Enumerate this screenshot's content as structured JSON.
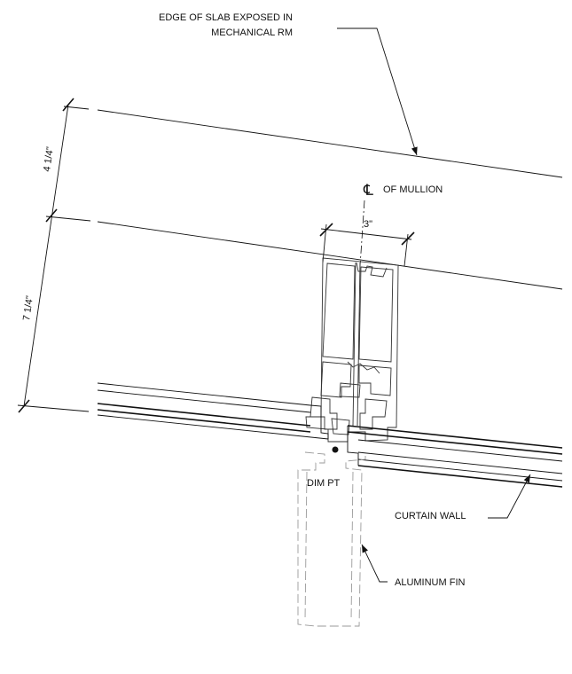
{
  "annotations": {
    "slab_edge_line1": "EDGE OF SLAB EXPOSED IN",
    "slab_edge_line2": "MECHANICAL RM",
    "mullion_centerline_symbol": "℄",
    "mullion_centerline": "OF MULLION",
    "curtain_wall": "CURTAIN WALL",
    "aluminum_fin": "ALUMINUM FIN",
    "dim_point": "DIM PT"
  },
  "dimensions": {
    "upper_depth": "4 1/4\"",
    "lower_depth": "7 1/4\"",
    "mullion_width": "3\""
  },
  "colors": {
    "line": "#111111",
    "light_line": "#555555",
    "hidden_line": "#9a9a9a"
  }
}
